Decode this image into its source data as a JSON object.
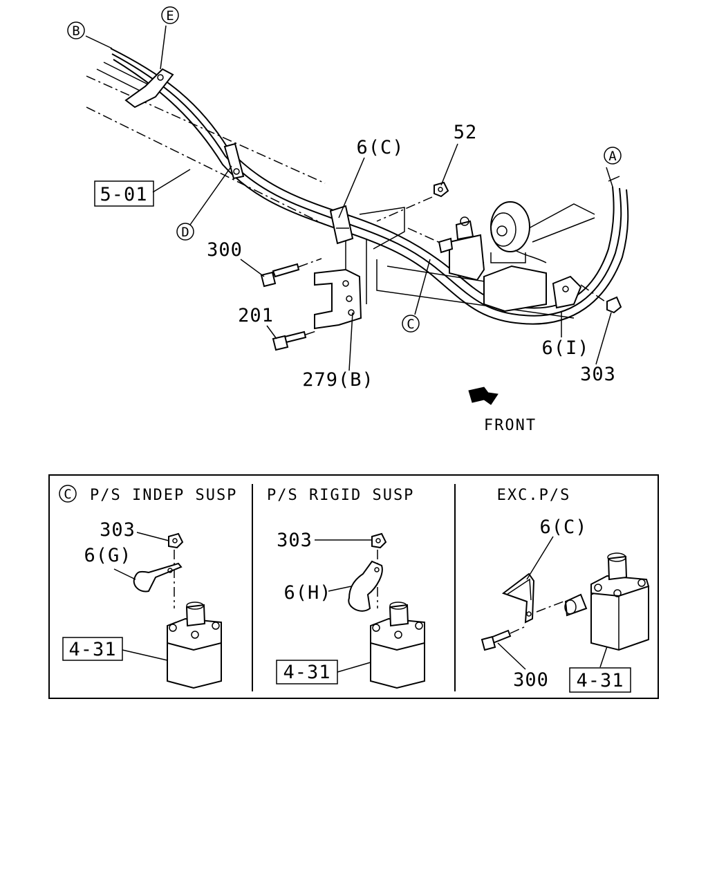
{
  "main": {
    "callouts": {
      "b": "B",
      "e": "E",
      "d": "D",
      "a": "A",
      "c": "C"
    },
    "labels": {
      "ref_5_01": "5-01",
      "p6c": "6(C)",
      "p52": "52",
      "p300": "300",
      "p201": "201",
      "p279b": "279(B)",
      "p6i": "6(I)",
      "p303": "303",
      "front": "FRONT"
    }
  },
  "inset": {
    "panel1": {
      "callout": "C",
      "title": "P/S INDEP SUSP",
      "p303": "303",
      "p6g": "6(G)",
      "ref": "4-31"
    },
    "panel2": {
      "title": "P/S RIGID SUSP",
      "p303": "303",
      "p6h": "6(H)",
      "ref": "4-31"
    },
    "panel3": {
      "title": "EXC.P/S",
      "p6c": "6(C)",
      "p300": "300",
      "ref": "4-31"
    }
  }
}
